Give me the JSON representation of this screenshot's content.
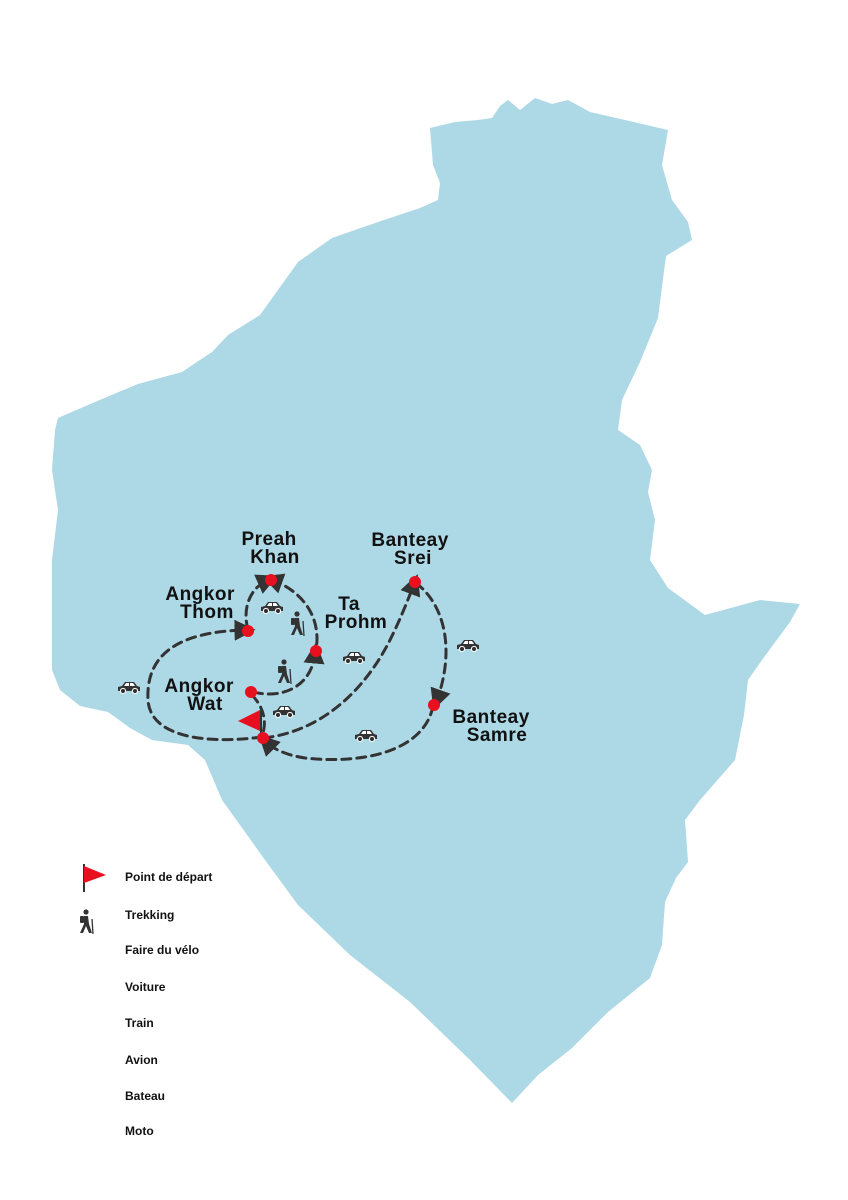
{
  "colors": {
    "land": "#add8e6",
    "route": "#333333",
    "point": "#e8101e",
    "flag": "#e8101e",
    "icon": "#333333"
  },
  "places": [
    {
      "id": "preah-khan",
      "lines": [
        "Preah",
        "Khan"
      ]
    },
    {
      "id": "banteay-srei",
      "lines": [
        "Banteay",
        "Srei"
      ]
    },
    {
      "id": "angkor-thom",
      "lines": [
        "Angkor",
        "Thom"
      ]
    },
    {
      "id": "ta-prohm",
      "lines": [
        "Ta",
        "Prohm"
      ]
    },
    {
      "id": "angkor-wat",
      "lines": [
        "Angkor",
        "Wat"
      ]
    },
    {
      "id": "banteay-samre",
      "lines": [
        "Banteay",
        "Samre"
      ]
    }
  ],
  "legend": {
    "items": [
      {
        "label": "Point de départ",
        "icon": "flag-icon"
      },
      {
        "label": "Trekking",
        "icon": "hiker-icon"
      },
      {
        "label": "Faire du vélo",
        "icon": "bicycle-icon"
      },
      {
        "label": "Voiture",
        "icon": "car-icon"
      },
      {
        "label": "Train",
        "icon": "train-icon"
      },
      {
        "label": "Avion",
        "icon": "plane-icon"
      },
      {
        "label": "Bateau",
        "icon": "boat-icon"
      },
      {
        "label": "Moto",
        "icon": "motorbike-icon"
      }
    ]
  }
}
